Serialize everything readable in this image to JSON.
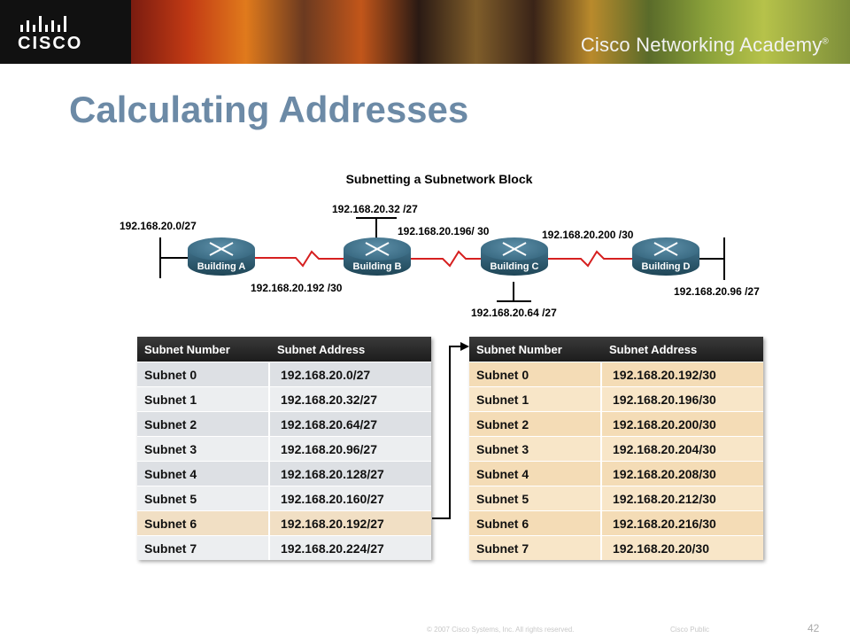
{
  "header": {
    "logo_text": "CISCO",
    "academy_title": "Cisco Networking Academy",
    "trademark": "®"
  },
  "slide": {
    "title": "Calculating Addresses"
  },
  "diagram": {
    "title": "Subnetting a Subnetwork Block",
    "routers": [
      "Building A",
      "Building B",
      "Building C",
      "Building D"
    ],
    "labels": {
      "a_lan": "192.168.20.0/27",
      "b_lan": "192.168.20.32 /27",
      "ab_link": "192.168.20.192 /30",
      "bc_link": "192.168.20.196/ 30",
      "cd_link": "192.168.20.200 /30",
      "c_lan": "192.168.20.64 /27",
      "d_lan": "192.168.20.96 /27"
    },
    "colors": {
      "wan_link": "#d62020",
      "router": "#2f5f77"
    }
  },
  "left_table": {
    "headers": [
      "Subnet Number",
      "Subnet Address"
    ],
    "rows": [
      [
        "Subnet 0",
        "192.168.20.0/27"
      ],
      [
        "Subnet 1",
        "192.168.20.32/27"
      ],
      [
        "Subnet 2",
        "192.168.20.64/27"
      ],
      [
        "Subnet 3",
        "192.168.20.96/27"
      ],
      [
        "Subnet 4",
        "192.168.20.128/27"
      ],
      [
        "Subnet 5",
        "192.168.20.160/27"
      ],
      [
        "Subnet 6",
        "192.168.20.192/27"
      ],
      [
        "Subnet 7",
        "192.168.20.224/27"
      ]
    ],
    "highlighted_row": "Subnet 6"
  },
  "right_table": {
    "headers": [
      "Subnet Number",
      "Subnet Address"
    ],
    "rows": [
      [
        "Subnet 0",
        "192.168.20.192/30"
      ],
      [
        "Subnet 1",
        "192.168.20.196/30"
      ],
      [
        "Subnet 2",
        "192.168.20.200/30"
      ],
      [
        "Subnet 3",
        "192.168.20.204/30"
      ],
      [
        "Subnet 4",
        "192.168.20.208/30"
      ],
      [
        "Subnet 5",
        "192.168.20.212/30"
      ],
      [
        "Subnet 6",
        "192.168.20.216/30"
      ],
      [
        "Subnet 7",
        "192.168.20.20/30"
      ]
    ]
  },
  "footer": {
    "copyright": "© 2007 Cisco Systems, Inc. All rights reserved.",
    "classification": "Cisco Public",
    "page_number": "42"
  }
}
